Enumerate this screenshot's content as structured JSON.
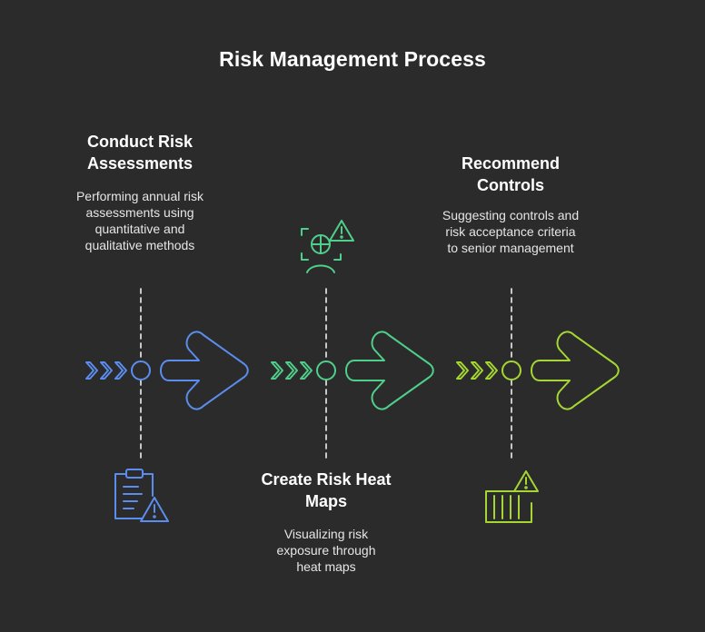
{
  "title": "Risk Management Process",
  "steps": [
    {
      "heading": "Conduct Risk Assessments",
      "description": "Performing annual risk assessments using quantitative and qualitative methods",
      "color": "#5b8def",
      "icon": "clipboard-warning-icon"
    },
    {
      "heading": "Create Risk Heat Maps",
      "description": "Visualizing risk exposure through heat maps",
      "color": "#4fd08a",
      "icon": "scan-chart-warning-icon"
    },
    {
      "heading": "Recommend Controls",
      "description": "Suggesting controls and risk acceptance criteria to senior management",
      "color": "#a6d634",
      "icon": "barrier-warning-icon"
    }
  ]
}
